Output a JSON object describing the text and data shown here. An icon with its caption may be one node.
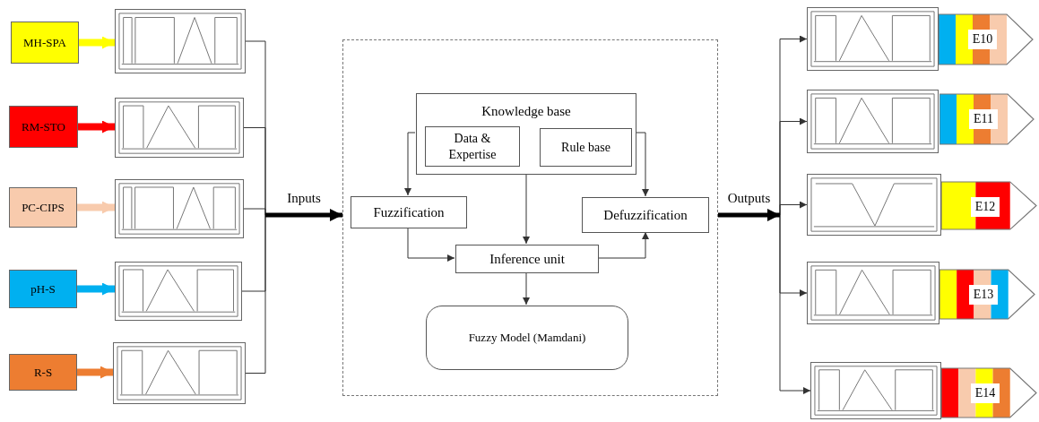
{
  "diagram": {
    "nodes": [
      {
        "text": [
          "MH-SPA"
        ]
      },
      {
        "text": [
          "RM-STO"
        ]
      },
      {
        "text": [
          "PC-CIPS"
        ]
      },
      {
        "text": [
          "pH-S"
        ]
      },
      {
        "text": [
          "R-S"
        ]
      },
      {
        "text": [],
        "shape": "picture"
      },
      {
        "text": [],
        "shape": "picture"
      },
      {
        "text": [],
        "shape": "picture"
      },
      {
        "text": [],
        "shape": "picture"
      },
      {
        "text": [],
        "shape": "picture"
      },
      {
        "text": [],
        "shape": "box"
      },
      {
        "text": [
          "Knowledge base"
        ],
        "in": 10
      },
      {
        "text": [
          "Data & Expertise"
        ],
        "in": 11
      },
      {
        "text": [
          "Rule base"
        ],
        "in": 11
      },
      {
        "text": [
          "Fuzzification"
        ],
        "in": 10
      },
      {
        "text": [
          "Defuzzification"
        ],
        "in": 10
      },
      {
        "text": [
          "Inference unit"
        ],
        "in": 10
      },
      {
        "text": [
          "Fuzzy Model (Mamdani)"
        ],
        "in": 10
      },
      {
        "text": [],
        "shape": "picture"
      },
      {
        "text": [],
        "shape": "picture"
      },
      {
        "text": [],
        "shape": "picture"
      },
      {
        "text": [],
        "shape": "picture"
      },
      {
        "text": [],
        "shape": "picture"
      },
      {
        "text": [
          "E10"
        ]
      },
      {
        "text": [
          "E11"
        ]
      },
      {
        "text": [
          "E12"
        ]
      },
      {
        "text": [
          "E13"
        ]
      },
      {
        "text": [
          "E14"
        ]
      }
    ],
    "edges": [
      {
        "from": 0,
        "to": 5,
        "arrow": "to",
        "style": "thick",
        "color": "#ffff00"
      },
      {
        "from": 1,
        "to": 6,
        "arrow": "to",
        "style": "thick",
        "color": "#ff0000"
      },
      {
        "from": 2,
        "to": 7,
        "arrow": "to",
        "style": "thick",
        "color": "#f8cbad"
      },
      {
        "from": 3,
        "to": 8,
        "arrow": "to",
        "style": "thick",
        "color": "#00b0f0"
      },
      {
        "from": 4,
        "to": 9,
        "arrow": "to",
        "style": "thick",
        "color": "#ed7d31"
      },
      {
        "from": 5,
        "to": 10,
        "arrow": "to"
      },
      {
        "from": 6,
        "to": 10,
        "arrow": "to"
      },
      {
        "from": 7,
        "to": 10,
        "arrow": "to",
        "style": "thick",
        "label": "Inputs"
      },
      {
        "from": 8,
        "to": 10,
        "arrow": "to"
      },
      {
        "from": 9,
        "to": 10,
        "arrow": "to"
      },
      {
        "from": 11,
        "to": 14,
        "arrow": "to"
      },
      {
        "from": 11,
        "to": 15,
        "arrow": "to"
      },
      {
        "from": 11,
        "to": 16,
        "arrow": "to"
      },
      {
        "from": 14,
        "to": 16,
        "arrow": "to"
      },
      {
        "from": 16,
        "to": 15,
        "arrow": "to"
      },
      {
        "from": 16,
        "to": 17,
        "arrow": "to"
      },
      {
        "from": 10,
        "to": 18,
        "arrow": "to"
      },
      {
        "from": 10,
        "to": 19,
        "arrow": "to"
      },
      {
        "from": 10,
        "to": 20,
        "arrow": "to",
        "style": "thick",
        "label": "Outputs"
      },
      {
        "from": 10,
        "to": 21,
        "arrow": "to"
      },
      {
        "from": 10,
        "to": 22,
        "arrow": "to"
      }
    ]
  }
}
